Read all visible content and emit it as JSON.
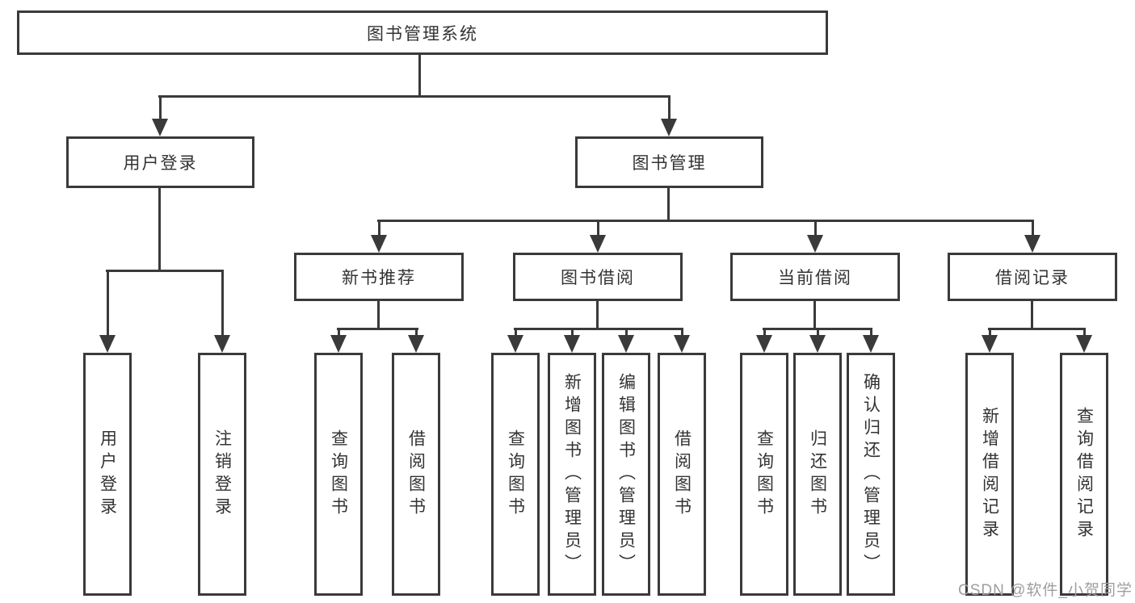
{
  "diagram": {
    "root": {
      "label": "图书管理系统"
    },
    "branches": [
      {
        "label": "用户登录",
        "children": [
          {
            "label": "用户登录"
          },
          {
            "label": "注销登录"
          }
        ]
      },
      {
        "label": "图书管理",
        "children": [
          {
            "label": "新书推荐",
            "children": [
              {
                "label": "查询图书"
              },
              {
                "label": "借阅图书"
              }
            ]
          },
          {
            "label": "图书借阅",
            "children": [
              {
                "label": "查询图书"
              },
              {
                "label": "新增图书（管理员）"
              },
              {
                "label": "编辑图书（管理员）"
              },
              {
                "label": "借阅图书"
              }
            ]
          },
          {
            "label": "当前借阅",
            "children": [
              {
                "label": "查询图书"
              },
              {
                "label": "归还图书"
              },
              {
                "label": "确认归还（管理员）"
              }
            ]
          },
          {
            "label": "借阅记录",
            "children": [
              {
                "label": "新增借阅记录"
              },
              {
                "label": "查询借阅记录"
              }
            ]
          }
        ]
      }
    ]
  },
  "watermark": "CSDN @软件_小贺同学",
  "colors": {
    "line": "#3a3a3a",
    "text": "#333333",
    "watermark": "#9e9e9e",
    "background": "#ffffff"
  }
}
